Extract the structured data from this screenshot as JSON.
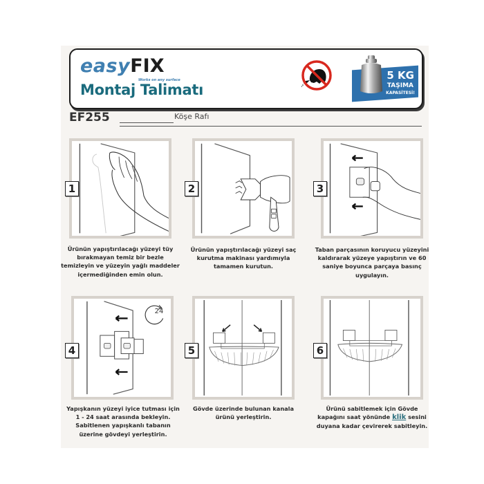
{
  "header": {
    "brand_easy": "easy",
    "brand_fix": "FIX",
    "brand_tagline": "Works on any surface",
    "title": "Montaj Talimatı",
    "no_pets_icon": "no-mole-icon",
    "weight_badge": {
      "capacity": "5 KG",
      "line1": "TAŞIMA",
      "line2": "KAPASİTESİ!",
      "icon": "weight-icon",
      "color": "#2e71ad"
    }
  },
  "product": {
    "code": "EF255",
    "name": "Köşe Rafı"
  },
  "steps": [
    {
      "number": "1",
      "icon": "hand-wiping-icon",
      "text": "Ürünün yapıştırılacağı yüzeyi tüy bırakmayan temiz bir bezle temizleyin ve yüzeyin yağlı maddeler içermediğinden emin olun."
    },
    {
      "number": "2",
      "icon": "hair-dryer-icon",
      "text": "Ürünün yapıştırılacağı yüzeyi saç kurutma makinası yardımıyla tamamen kurutun."
    },
    {
      "number": "3",
      "icon": "press-base-icon",
      "text": "Taban parçasının koruyucu yüzeyini kaldırarak yüzeye yapıştırın ve 60 saniye boyunca parçaya basınç uygulayın."
    },
    {
      "number": "4",
      "icon": "wait-24h-icon",
      "badge": "24",
      "text": "Yapışkanın yüzeyi iyice tutması için 1 - 24 saat arasında bekleyin. Sabitlenen yapışkanlı tabanın üzerine gövdeyi yerleştirin."
    },
    {
      "number": "5",
      "icon": "corner-shelf-insert-icon",
      "text": "Gövde üzerinde bulunan kanala ürünü yerleştirin."
    },
    {
      "number": "6",
      "icon": "corner-shelf-fixed-icon",
      "text_before": "Ürünü sabitlemek için Gövde kapağını saat yönünde ",
      "text_emph": "klik",
      "text_after": " sesini duyana kadar çevirerek sabitleyin."
    }
  ]
}
